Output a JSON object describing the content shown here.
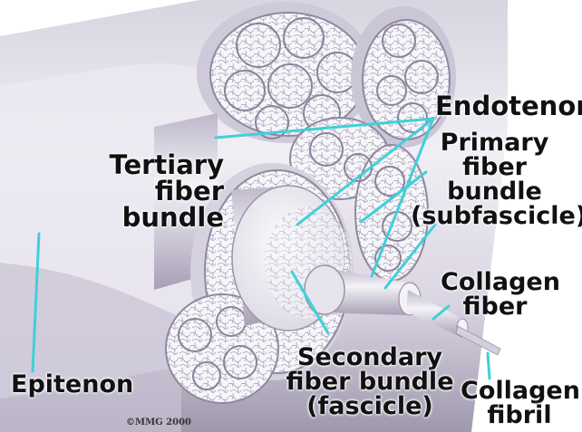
{
  "labels": {
    "endotenon": "Endotenon",
    "tertiary": [
      "Tertiary",
      "fiber",
      "bundle"
    ],
    "primary": [
      "Primary",
      "fiber",
      "bundle",
      "(subfascicle)"
    ],
    "collagen_fiber": [
      "Collagen",
      "fiber"
    ],
    "secondary": [
      "Secondary",
      "fiber bundle",
      "(fascicle)"
    ],
    "epitenon": "Epitenon",
    "collagen_fibril": [
      "Collagen",
      "fibril"
    ]
  },
  "copyright": "©MMG 2000",
  "colors": {
    "leader_line": "#3fd0d8",
    "tendon_light": "#f2f0f6",
    "tendon_shadow": "#b9b3c6",
    "background": "#ffffff"
  }
}
